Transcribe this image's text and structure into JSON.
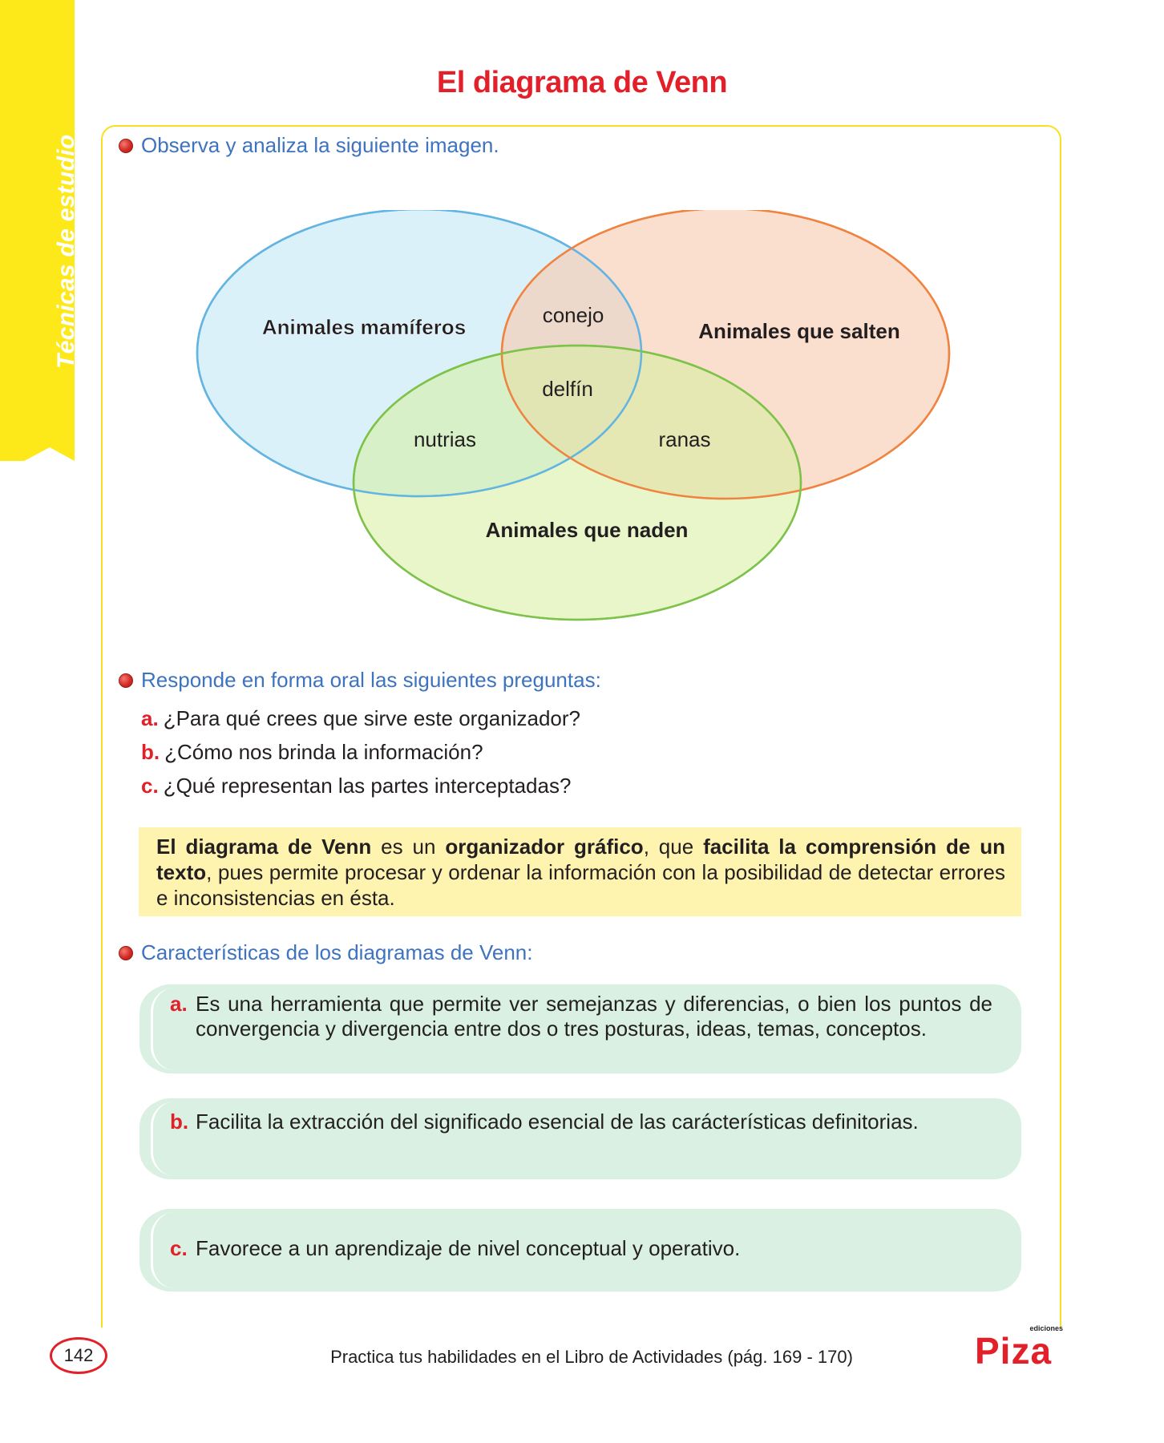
{
  "sidebar": {
    "label": "Técnicas de estudio"
  },
  "title": "El diagrama de Venn",
  "instructions": {
    "observe": "Observa y analiza la siguiente imagen.",
    "respond": "Responde en forma oral las siguientes preguntas:",
    "characteristics": "Características de los diagramas de Venn:"
  },
  "venn": {
    "set_mammals": "Animales mamíferos",
    "set_jump": "Animales que salten",
    "set_swim": "Animales que naden",
    "mammal_jump": "conejo",
    "all_three": "delfín",
    "mammal_swim": "nutrias",
    "jump_swim": "ranas",
    "colors": {
      "mammals": "#d7f0f9",
      "jump": "#f9d6c0",
      "swim": "#e4f3c8"
    }
  },
  "questions": [
    {
      "letter": "a.",
      "text": "¿Para qué crees que sirve este organizador?"
    },
    {
      "letter": "b.",
      "text": "¿Cómo nos brinda la información?"
    },
    {
      "letter": "c.",
      "text": "¿Qué representan las partes interceptadas?"
    }
  ],
  "definition": {
    "b1": "El diagrama de Venn",
    "t1": " es un ",
    "b2": "organizador gráfico",
    "t2": ", que ",
    "b3": "facilita la comprensión de un texto",
    "t3": ", pues permite procesar y ordenar la información con la posibilidad de detectar errores e inconsistencias en ésta."
  },
  "characteristics": [
    {
      "letter": "a.",
      "text": "Es una herramienta que permite ver semejanzas y diferencias, o bien los puntos de convergencia y divergencia entre dos o tres  posturas, ideas, temas, conceptos."
    },
    {
      "letter": "b.",
      "text": "Facilita la extracción del significado esencial de las carácterísticas definitorias."
    },
    {
      "letter": "c.",
      "text": "Favorece a un aprendizaje de nivel conceptual y operativo."
    }
  ],
  "footer": {
    "page_number": "142",
    "practice": "Practica tus habilidades en el Libro de Actividades (pág. 169 - 170)",
    "logo_small": "ediciones",
    "logo_big": "Piza"
  }
}
